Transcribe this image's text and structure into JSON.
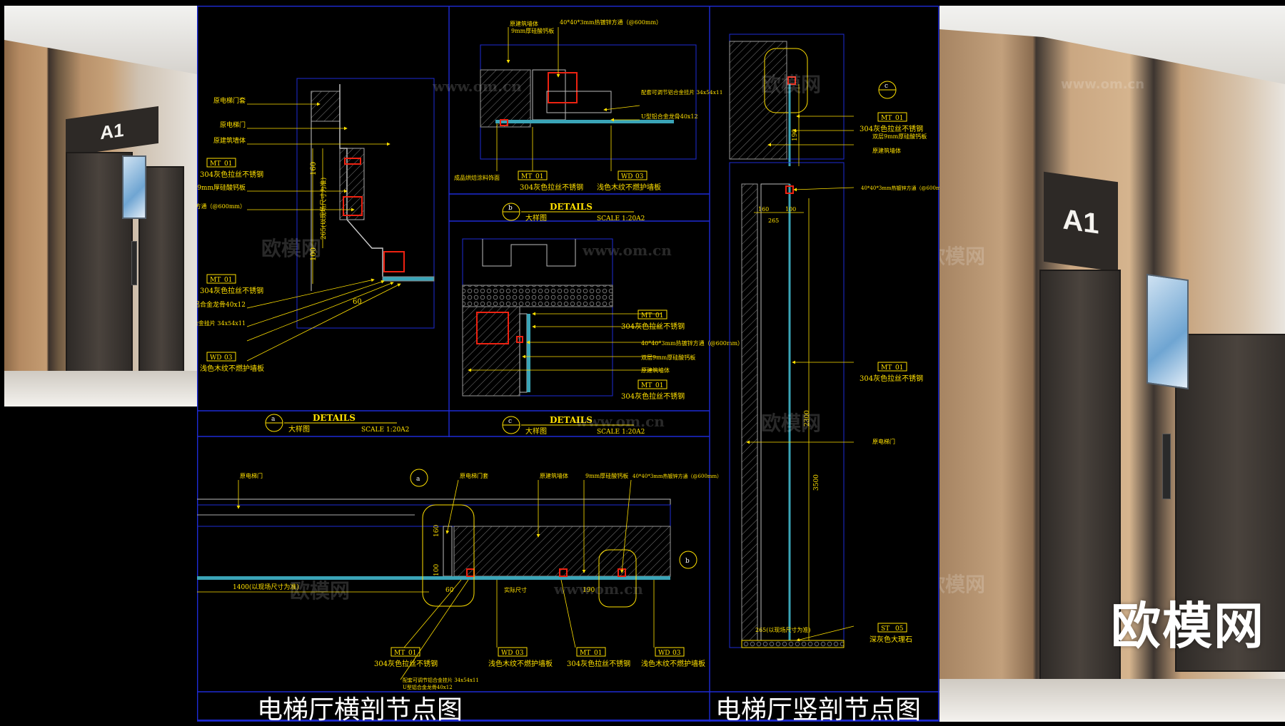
{
  "titles": {
    "horizontal": "电梯厅横剖节点图",
    "vertical": "电梯厅竖剖节点图"
  },
  "watermark": {
    "site": "www.om.cn",
    "brand": "欧模网",
    "brand_large": "欧模网"
  },
  "photos": {
    "sign": "A1"
  },
  "details": [
    {
      "id": "a",
      "title": "DETAILS",
      "subtitle": "大样图",
      "scale": "SCALE 1:20A2"
    },
    {
      "id": "b",
      "title": "DETAILS",
      "subtitle": "大样图",
      "scale": "SCALE 1:20A2"
    },
    {
      "id": "c",
      "title": "DETAILS",
      "subtitle": "大样图",
      "scale": "SCALE 1:20A2"
    }
  ],
  "tags": {
    "mt": {
      "code": "MT",
      "num": "01",
      "text": "304灰色拉丝不锈钢"
    },
    "wd": {
      "code": "WD",
      "num": "03",
      "text": "浅色木纹不燃护墙板"
    },
    "st": {
      "code": "ST",
      "num": "05",
      "text": "深灰色大理石"
    }
  },
  "notes": {
    "door_frame": "原电梯门套",
    "door": "原电梯门",
    "wall": "原建筑墙体",
    "plywood": "9mm厚硅酸钙板",
    "steel_tube": "40*40*3mm热镀锌方通（@600mm）",
    "clip": "配套可调节铝合金挂片 34x54x11",
    "keel": "U型铝合金龙骨40x12",
    "finished": "成品烘焙涂料饰面",
    "double_board": "双层9mm厚硅酸钙板",
    "actual_size": "实际尺寸"
  },
  "dims": {
    "d160": "160",
    "d100": "100",
    "d60": "60",
    "d265": "265(以现场尺寸为准)",
    "d1400": "1400(以现场尺寸为准)",
    "d190": "190",
    "d2300": "2300",
    "d3500": "3500",
    "d265v": "265",
    "d160v": "160",
    "d100v": "100"
  }
}
